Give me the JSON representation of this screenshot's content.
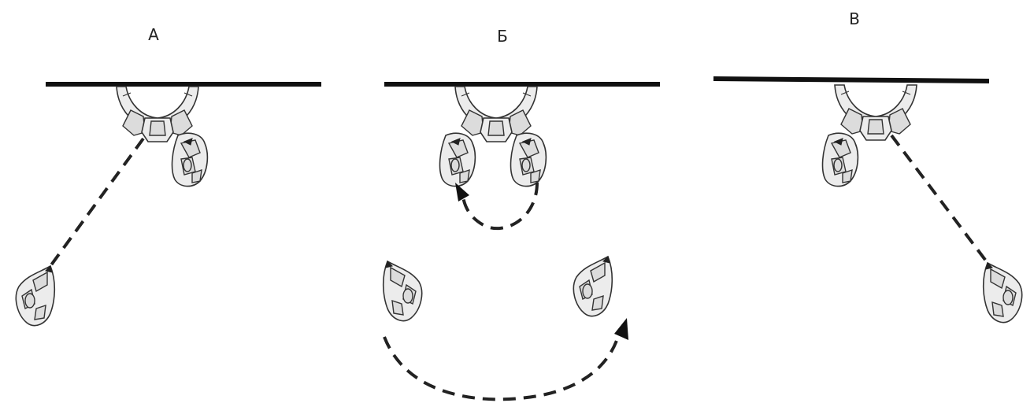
{
  "figure": {
    "panels": [
      {
        "id": "a",
        "label": "А"
      },
      {
        "id": "b",
        "label": "Б"
      },
      {
        "id": "c",
        "label": "В"
      }
    ]
  },
  "colors": {
    "line": "#111111",
    "limb_fill": "#dcdcdc",
    "body_fill": "#ececec"
  }
}
